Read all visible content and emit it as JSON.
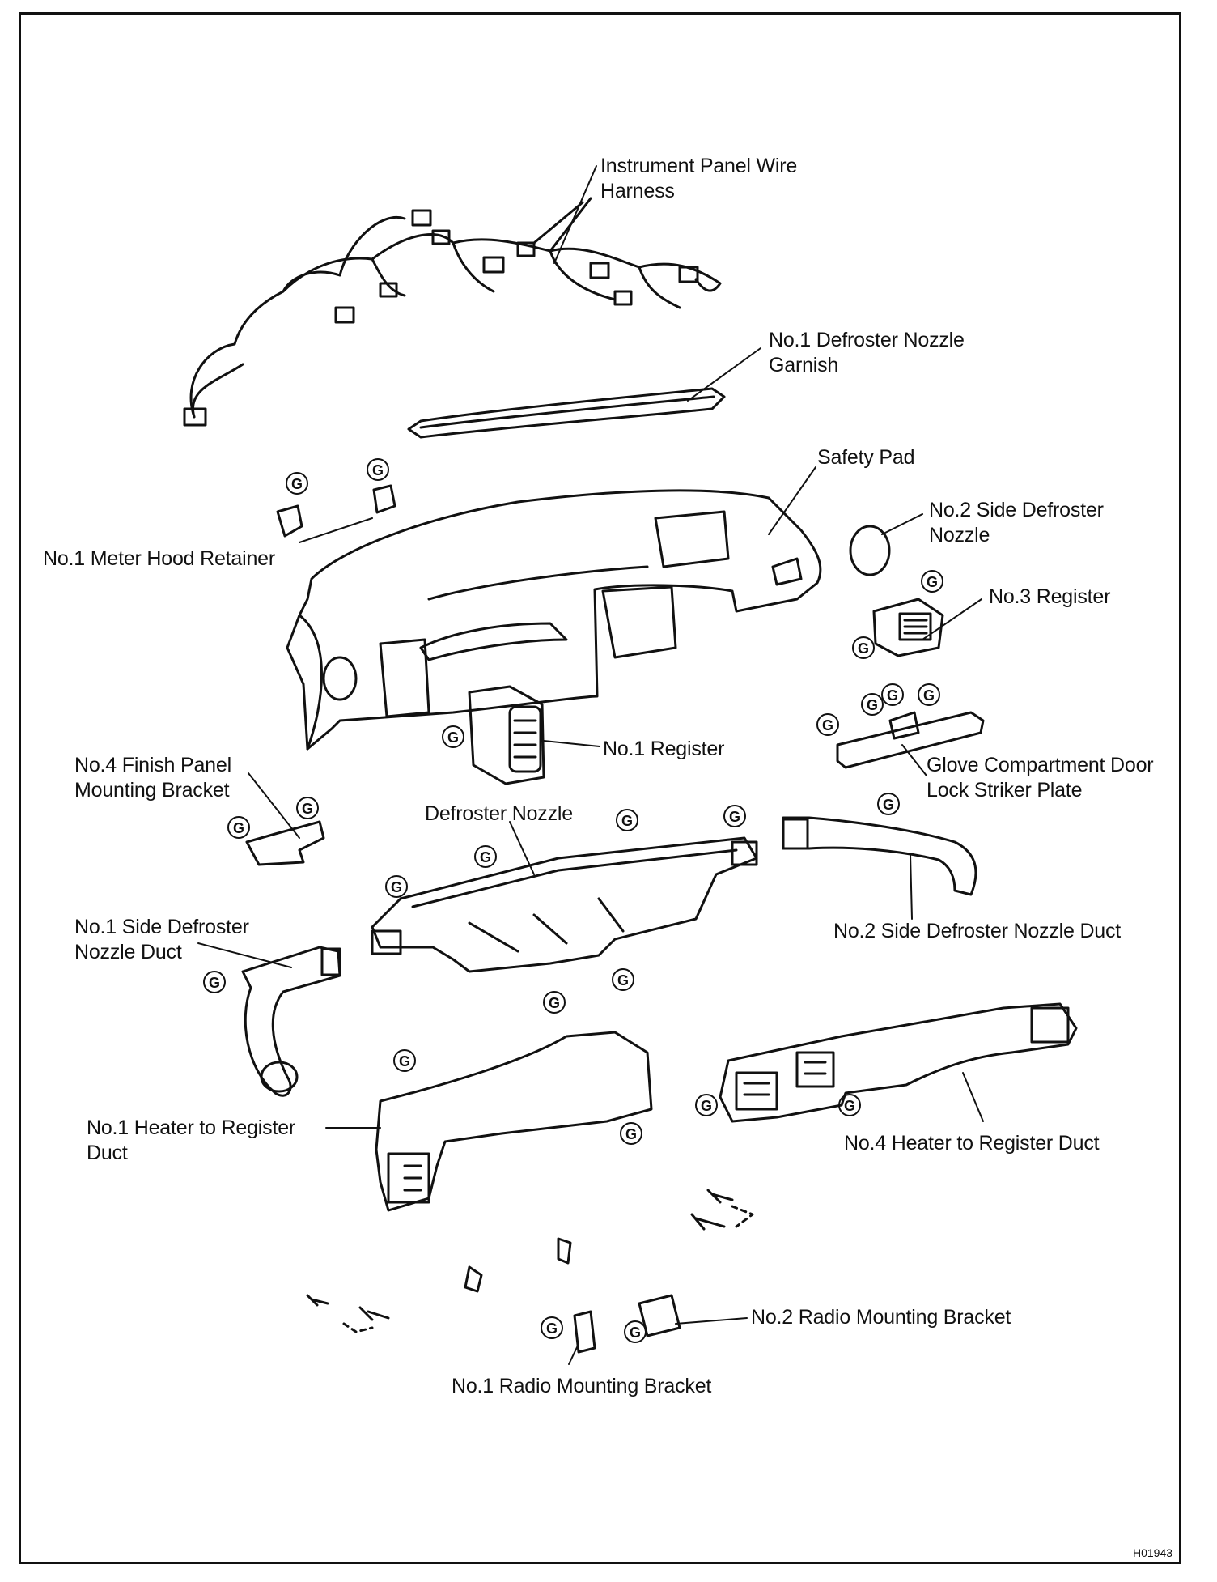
{
  "diagram": {
    "labels": {
      "instrument_panel_wire_harness": "Instrument Panel Wire\nHarness",
      "no1_defroster_nozzle_garnish": "No.1 Defroster Nozzle\nGarnish",
      "safety_pad": "Safety Pad",
      "no2_side_defroster_nozzle": "No.2 Side Defroster\nNozzle",
      "no1_meter_hood_retainer": "No.1 Meter Hood Retainer",
      "no3_register": "No.3 Register",
      "no1_register": "No.1 Register",
      "glove_compartment_lock_striker": "Glove Compartment Door\nLock Striker Plate",
      "no4_finish_panel_bracket": "No.4 Finish Panel\nMounting Bracket",
      "defroster_nozzle": "Defroster Nozzle",
      "no2_side_defroster_nozzle_duct": "No.2 Side Defroster Nozzle Duct",
      "no1_side_defroster_nozzle_duct": "No.1 Side Defroster\nNozzle Duct",
      "no1_heater_to_register_duct": "No.1 Heater to Register\nDuct",
      "no4_heater_to_register_duct": "No.4 Heater to Register Duct",
      "no2_radio_mounting_bracket": "No.2 Radio Mounting Bracket",
      "no1_radio_mounting_bracket": "No.1 Radio Mounting Bracket"
    },
    "clip_symbol": "G",
    "figure_id": "H01943"
  }
}
